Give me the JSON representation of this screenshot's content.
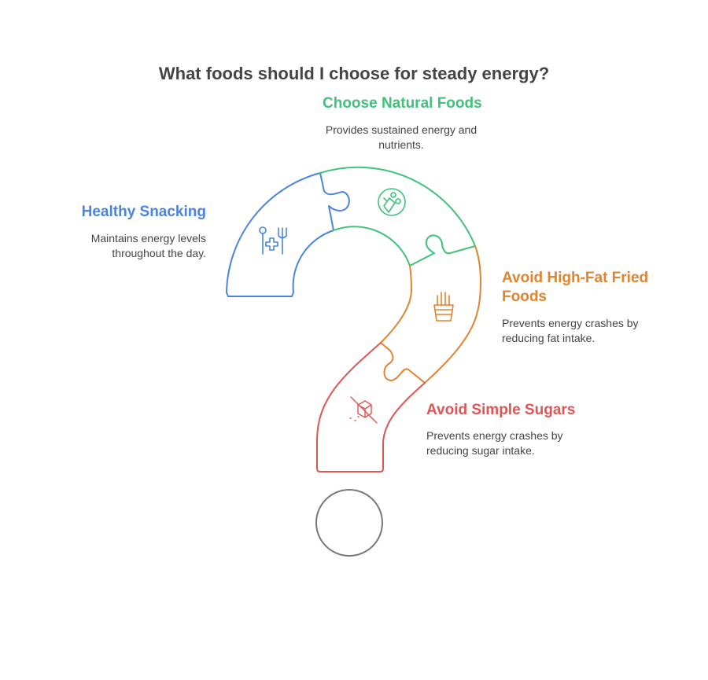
{
  "title": "What foods should I choose for steady energy?",
  "colors": {
    "blue": "#4a84e0",
    "green": "#3ec27c",
    "orange": "#e0842e",
    "red": "#e05454",
    "gray": "#777777"
  },
  "items": [
    {
      "heading": "Choose Natural Foods",
      "desc": "Provides sustained energy and nutrients.",
      "icon": "carrot-plate-icon"
    },
    {
      "heading": "Healthy Snacking",
      "desc": "Maintains energy levels throughout the day.",
      "icon": "utensils-health-icon"
    },
    {
      "heading": "Avoid High-Fat Fried Foods",
      "desc": "Prevents energy crashes by reducing fat intake.",
      "icon": "fries-icon"
    },
    {
      "heading": "Avoid Simple Sugars",
      "desc": "Prevents energy crashes by reducing sugar intake.",
      "icon": "no-sugar-cube-icon"
    }
  ]
}
